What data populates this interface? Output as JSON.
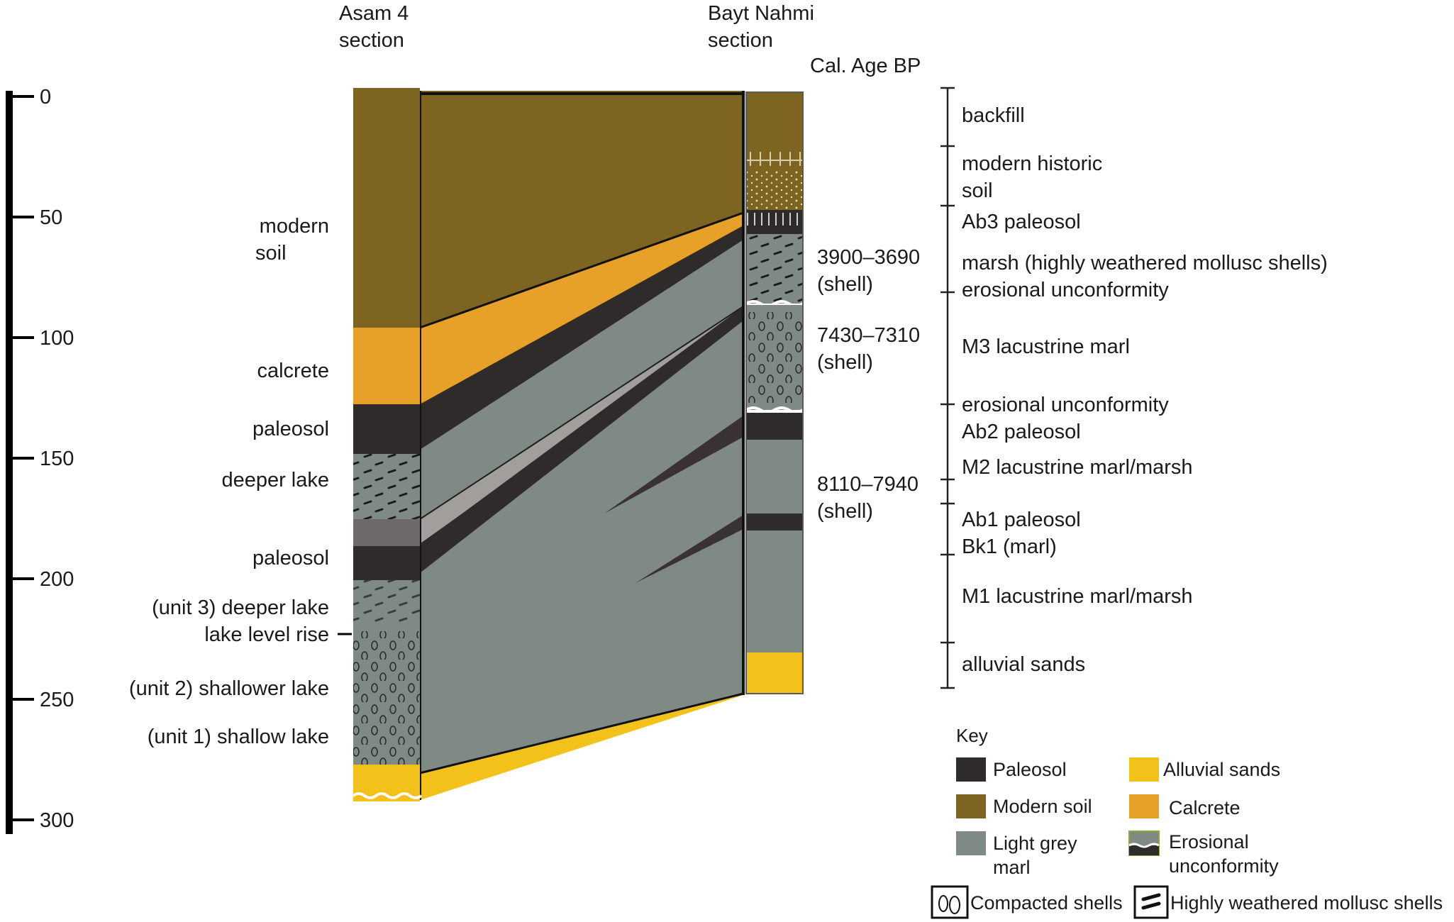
{
  "colors": {
    "modern_soil": "#7d6420",
    "calcrete": "#e8a128",
    "paleosol": "#2f2b2b",
    "marl": "#7f8a85",
    "alluvial": "#f2c21a",
    "scale": "#000000"
  },
  "headers": {
    "asam": [
      "Asam 4",
      "section"
    ],
    "bayt": [
      "Bayt Nahmi",
      "section"
    ],
    "age": "Cal. Age BP"
  },
  "scale_ticks": [
    "0",
    "50",
    "100",
    "150",
    "200",
    "250",
    "300"
  ],
  "asam_labels": [
    [
      "modern",
      "soil"
    ],
    [
      "calcrete"
    ],
    [
      "paleosol"
    ],
    [
      "deeper lake"
    ],
    [
      "paleosol"
    ],
    [
      "(unit 3) deeper lake",
      "lake level rise"
    ],
    [
      "(unit 2) shallower lake"
    ],
    [
      "(unit 1) shallow lake"
    ]
  ],
  "ages": [
    [
      "3900–3690",
      "(shell)"
    ],
    [
      "7430–7310",
      "(shell)"
    ],
    [
      "8110–7940",
      "(shell)"
    ]
  ],
  "units": [
    [
      "backfill"
    ],
    [
      "modern historic",
      "soil"
    ],
    [
      "Ab3 paleosol"
    ],
    [
      "marsh (highly weathered mollusc shells)"
    ],
    [
      "erosional unconformity"
    ],
    [
      "M3 lacustrine marl"
    ],
    [
      "erosional unconformity"
    ],
    [
      "Ab2 paleosol"
    ],
    [
      "M2 lacustrine marl/marsh"
    ],
    [
      "Ab1 paleosol"
    ],
    [
      "Bk1 (marl)"
    ],
    [
      "M1 lacustrine marl/marsh"
    ],
    [
      "alluvial sands"
    ]
  ],
  "key": {
    "title": "Key",
    "items": [
      {
        "label": [
          "Paleosol"
        ],
        "icon": "paleosol-swatch"
      },
      {
        "label": [
          "Alluvial sands"
        ],
        "icon": "alluvial-swatch"
      },
      {
        "label": [
          "Modern soil"
        ],
        "icon": "modern-soil-swatch"
      },
      {
        "label": [
          "Calcrete"
        ],
        "icon": "calcrete-swatch"
      },
      {
        "label": [
          "Light grey",
          "marl"
        ],
        "icon": "marl-swatch"
      },
      {
        "label": [
          "Erosional",
          "unconformity"
        ],
        "icon": "unconformity-swatch"
      },
      {
        "label": [
          "Compacted shells"
        ],
        "icon": "compacted-shells-icon"
      },
      {
        "label": [
          "Highly weathered mollusc shells"
        ],
        "icon": "weathered-shells-icon"
      }
    ]
  }
}
